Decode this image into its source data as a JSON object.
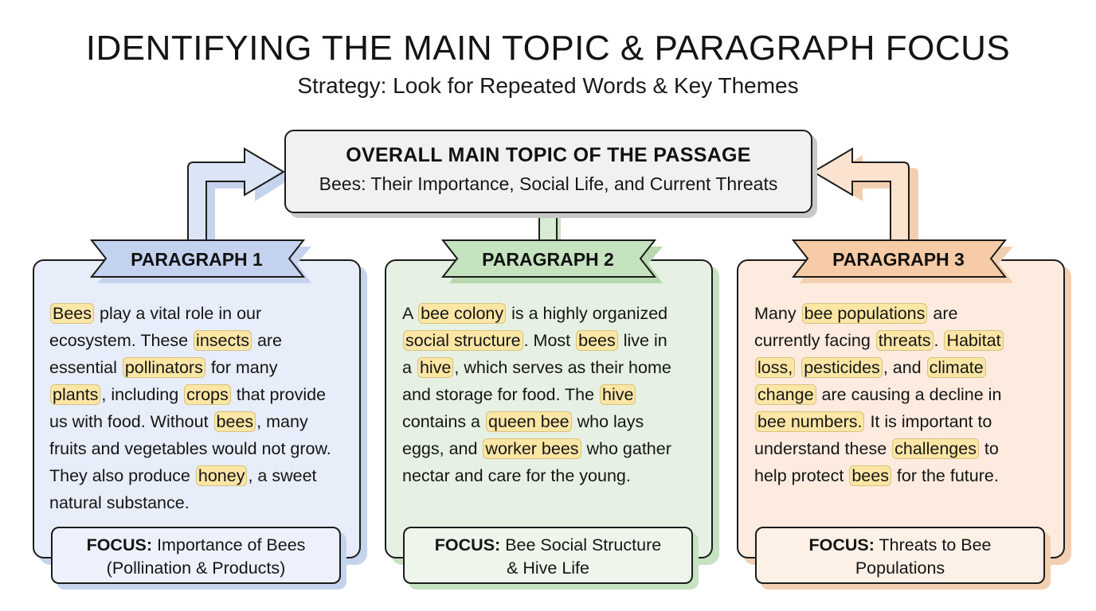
{
  "header": {
    "title": "IDENTIFYING THE MAIN TOPIC & PARAGRAPH FOCUS",
    "subtitle": "Strategy: Look for Repeated Words & Key Themes"
  },
  "main_topic": {
    "heading": "OVERALL MAIN TOPIC OF THE PASSAGE",
    "text": "Bees: Their Importance, Social Life, and Current Threats"
  },
  "colors": {
    "blue_fill": "#e8eef9",
    "blue_ribbon": "#c3d3ef",
    "green_fill": "#e6f1e3",
    "green_ribbon": "#c6e3c0",
    "orange_fill": "#fcebde",
    "orange_ribbon": "#f7cba5",
    "highlight": "#fbe6a6",
    "topic_fill": "#f1f1f1"
  },
  "paragraphs": [
    {
      "label": "PARAGRAPH 1",
      "lines": [
        [
          {
            "t": "Bees",
            "h": true
          },
          {
            "t": " play a vital role in our"
          }
        ],
        [
          {
            "t": "ecosystem. These "
          },
          {
            "t": "insects",
            "h": true
          },
          {
            "t": " are"
          }
        ],
        [
          {
            "t": "essential "
          },
          {
            "t": "pollinators",
            "h": true
          },
          {
            "t": " for many"
          }
        ],
        [
          {
            "t": "plants",
            "h": true
          },
          {
            "t": ", including "
          },
          {
            "t": "crops",
            "h": true
          },
          {
            "t": " that provide"
          }
        ],
        [
          {
            "t": "us with food. Without "
          },
          {
            "t": "bees",
            "h": true
          },
          {
            "t": ", many"
          }
        ],
        [
          {
            "t": "fruits and vegetables would not grow."
          }
        ],
        [
          {
            "t": "They also produce "
          },
          {
            "t": "honey",
            "h": true
          },
          {
            "t": ", a sweet"
          }
        ],
        [
          {
            "t": "natural substance."
          }
        ]
      ],
      "focus_label": "FOCUS:",
      "focus_text": "Importance of Bees (Pollination & Products)",
      "focus_line1": " Importance of Bees",
      "focus_line2": "(Pollination & Products)"
    },
    {
      "label": "PARAGRAPH 2",
      "lines": [
        [
          {
            "t": "A "
          },
          {
            "t": "bee colony",
            "h": true
          },
          {
            "t": " is a highly organized"
          }
        ],
        [
          {
            "t": "social structure",
            "h": true
          },
          {
            "t": ". Most "
          },
          {
            "t": "bees",
            "h": true
          },
          {
            "t": " live in"
          }
        ],
        [
          {
            "t": "a "
          },
          {
            "t": "hive",
            "h": true
          },
          {
            "t": ", which serves as their home"
          }
        ],
        [
          {
            "t": "and storage for food. The "
          },
          {
            "t": "hive",
            "h": true
          }
        ],
        [
          {
            "t": "contains a "
          },
          {
            "t": "queen bee",
            "h": true
          },
          {
            "t": " who lays"
          }
        ],
        [
          {
            "t": "eggs, and "
          },
          {
            "t": "worker bees",
            "h": true
          },
          {
            "t": " who gather"
          }
        ],
        [
          {
            "t": "nectar and care for the young."
          }
        ]
      ],
      "focus_label": "FOCUS:",
      "focus_text": "Bee Social Structure & Hive Life",
      "focus_line1": " Bee Social Structure",
      "focus_line2": "& Hive Life"
    },
    {
      "label": "PARAGRAPH 3",
      "lines": [
        [
          {
            "t": "Many "
          },
          {
            "t": "bee populations",
            "h": true
          },
          {
            "t": " are"
          }
        ],
        [
          {
            "t": "currently facing "
          },
          {
            "t": "threats",
            "h": true
          },
          {
            "t": ". "
          },
          {
            "t": "Habitat",
            "h": true
          }
        ],
        [
          {
            "t": "loss,",
            "h": true
          },
          {
            "t": " "
          },
          {
            "t": "pesticides",
            "h": true
          },
          {
            "t": ", and "
          },
          {
            "t": "climate",
            "h": true
          }
        ],
        [
          {
            "t": "change",
            "h": true
          },
          {
            "t": " are causing a decline in"
          }
        ],
        [
          {
            "t": "bee numbers.",
            "h": true
          },
          {
            "t": " It is important to"
          }
        ],
        [
          {
            "t": "understand these "
          },
          {
            "t": "challenges",
            "h": true
          },
          {
            "t": " to"
          }
        ],
        [
          {
            "t": "help protect "
          },
          {
            "t": "bees",
            "h": true
          },
          {
            "t": " for the future."
          }
        ]
      ],
      "focus_label": "FOCUS:",
      "focus_text": "Threats to Bee Populations",
      "focus_line1": " Threats to Bee",
      "focus_line2": "Populations"
    }
  ]
}
